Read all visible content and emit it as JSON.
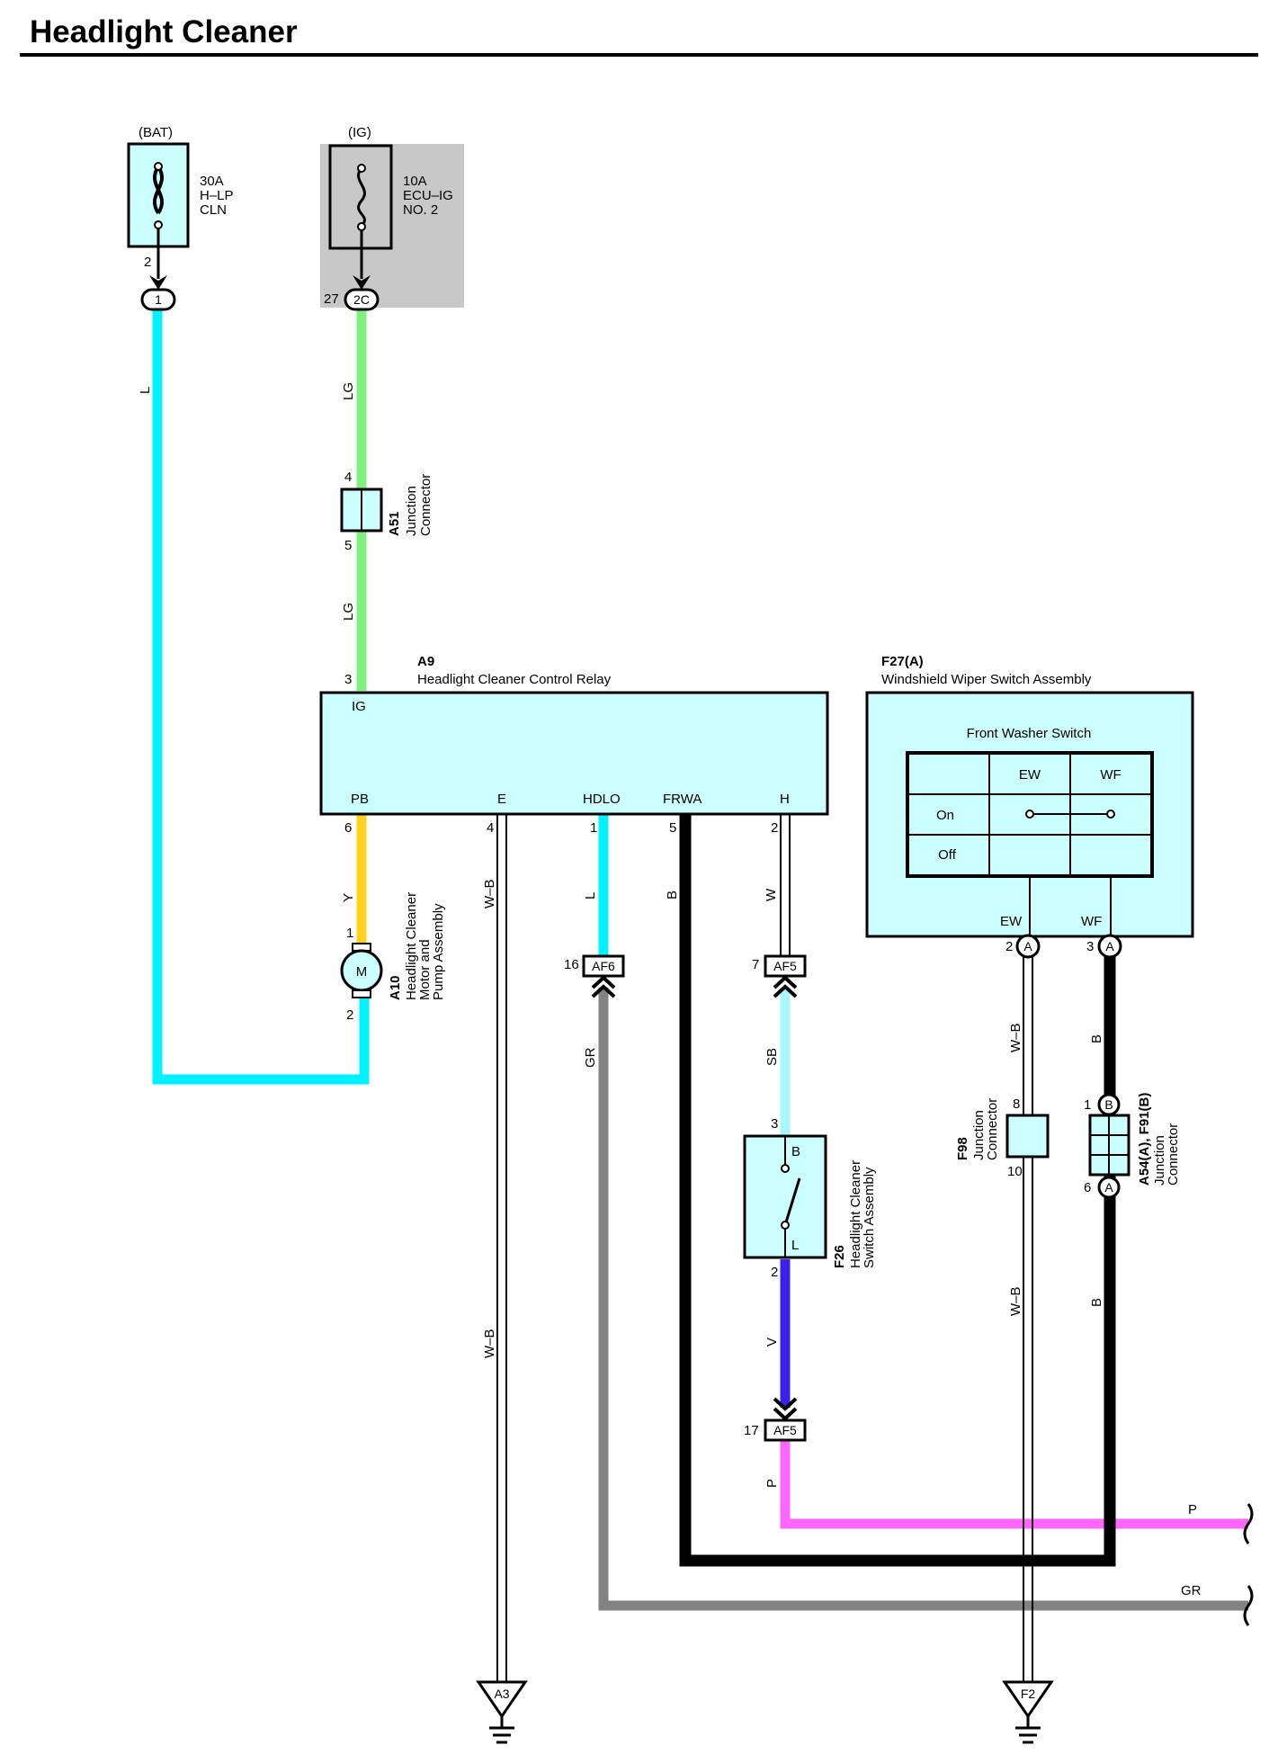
{
  "title": "Headlight Cleaner",
  "colors": {
    "L": "#00f2ff",
    "LG": "#80f080",
    "Y": "#ffd21f",
    "SB": "#a8f7fb",
    "V": "#3c1fe8",
    "P": "#ff66ff",
    "GR": "#828282",
    "B": "#000000",
    "box_fill": "#ccffff",
    "ig_shade": "#c8c8c8"
  },
  "fuses": {
    "bat": {
      "source": "(BAT)",
      "rating": "30A",
      "name1": "H–LP",
      "name2": "CLN",
      "pin": "2",
      "conn": "1"
    },
    "ig": {
      "source": "(IG)",
      "rating": "10A",
      "name1": "ECU–IG",
      "name2": "NO. 2",
      "pin": "27",
      "conn": "2C"
    }
  },
  "wires": {
    "l1": "L",
    "lg1": "LG",
    "lg2": "LG",
    "y": "Y",
    "wb1": "W–B",
    "wb2": "W–B",
    "l2": "L",
    "b1": "B",
    "w": "W",
    "gr": "GR",
    "sb": "SB",
    "v": "V",
    "p": "P",
    "wb3": "W–B",
    "wb4": "W–B",
    "b2": "B",
    "b3": "B",
    "p_out": "P",
    "gr_out": "GR"
  },
  "a51": {
    "code": "A51",
    "name1": "Junction",
    "name2": "Connector",
    "pin_top": "4",
    "pin_bot": "5"
  },
  "a9": {
    "code": "A9",
    "name": "Headlight Cleaner Control Relay",
    "pin_ig_num": "3",
    "pin_ig": "IG",
    "pins": [
      {
        "label": "PB",
        "num": "6"
      },
      {
        "label": "E",
        "num": "4"
      },
      {
        "label": "HDLO",
        "num": "1"
      },
      {
        "label": "FRWA",
        "num": "5"
      },
      {
        "label": "H",
        "num": "2"
      }
    ]
  },
  "f27": {
    "code": "F27(A)",
    "name": "Windshield Wiper Switch Assembly",
    "switch_title": "Front Washer Switch",
    "col_ew": "EW",
    "col_wf": "WF",
    "row_on": "On",
    "row_off": "Off",
    "pin_ew": "EW",
    "pin_wf": "WF",
    "num_ew": "2",
    "num_wf": "3",
    "conn": "A"
  },
  "a10": {
    "code": "A10",
    "name1": "Headlight Cleaner",
    "name2": "Motor and",
    "name3": "Pump Assembly",
    "pin_top": "1",
    "pin_bot": "2",
    "symbol": "M"
  },
  "af6": {
    "code": "AF6",
    "pin": "16"
  },
  "af5_top": {
    "code": "AF5",
    "pin": "7"
  },
  "af5_bot": {
    "code": "AF5",
    "pin": "17"
  },
  "f26": {
    "code": "F26",
    "name1": "Headlight Cleaner",
    "name2": "Switch Assembly",
    "pin_top": "3",
    "pin_bot": "2",
    "term_b": "B",
    "term_l": "L"
  },
  "f98": {
    "code": "F98",
    "name1": "Junction",
    "name2": "Connector",
    "pin_top": "8",
    "pin_bot": "10"
  },
  "a54": {
    "code": "A54(A), F91(B)",
    "name1": "Junction",
    "name2": "Connector",
    "pin_top": "1",
    "pin_bot": "6",
    "conn_top": "B",
    "conn_bot": "A"
  },
  "grounds": {
    "a3": "A3",
    "f2": "F2"
  }
}
